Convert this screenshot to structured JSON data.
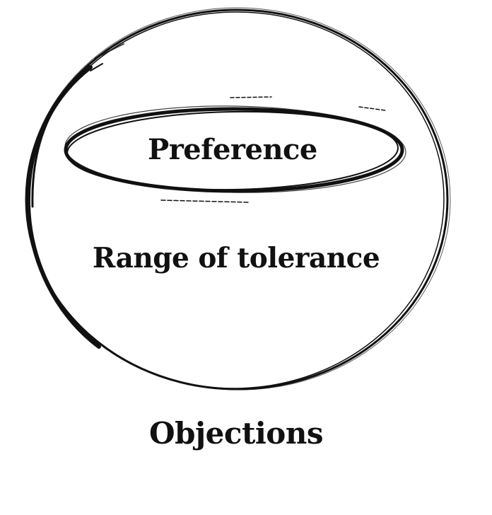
{
  "diagram": {
    "preference_label": "Preference",
    "tolerance_label": "Range of tolerance",
    "objections_label": "Objections",
    "stroke_color": "#111111",
    "background_color": "#ffffff"
  }
}
